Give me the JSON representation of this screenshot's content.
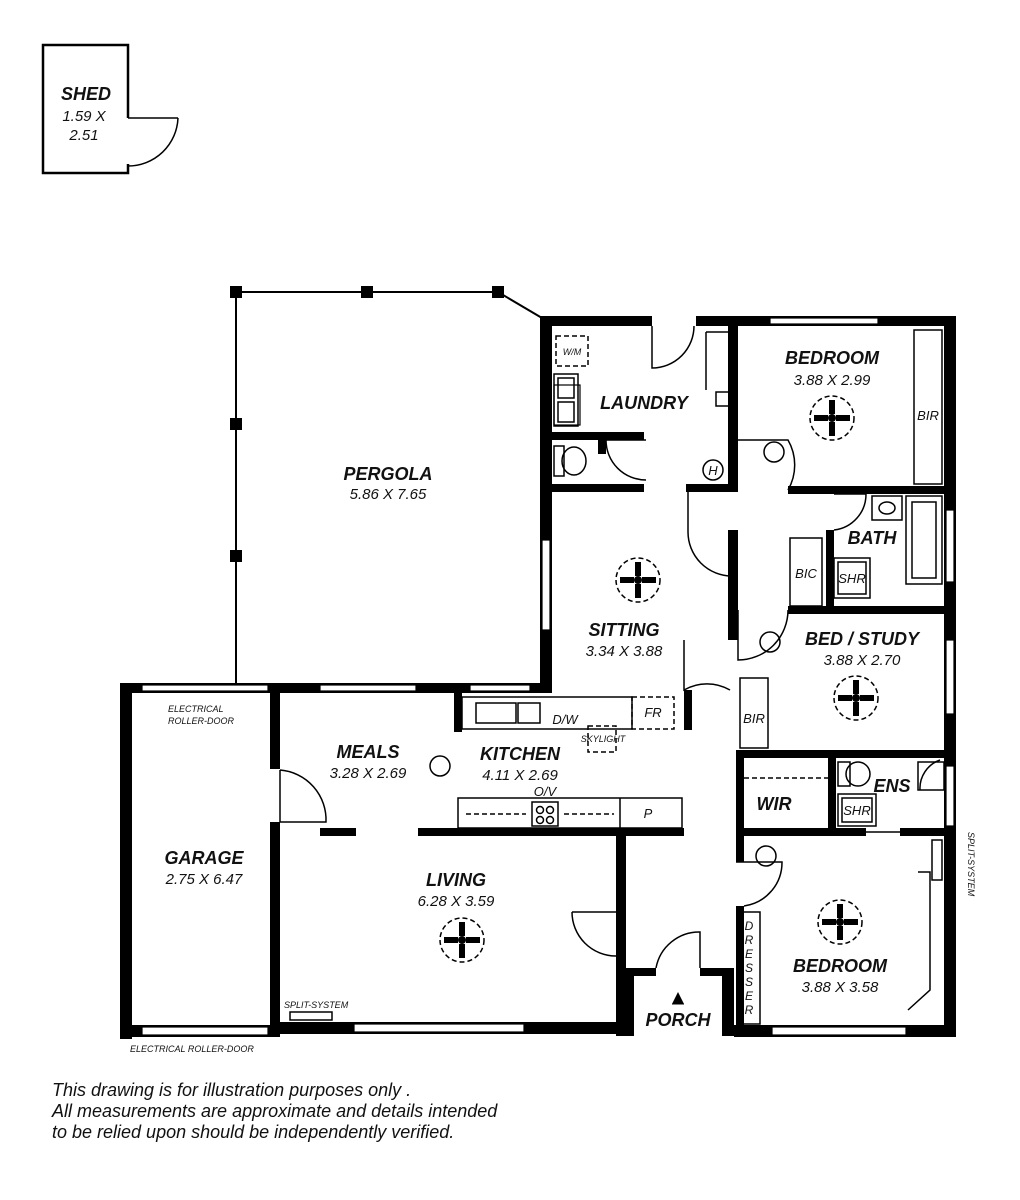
{
  "rooms": {
    "shed": {
      "name": "SHED",
      "dim_line1": "1.59 X",
      "dim_line2": "2.51"
    },
    "pergola": {
      "name": "PERGOLA",
      "dim": "5.86 X 7.65"
    },
    "laundry": {
      "name": "LAUNDRY"
    },
    "bedroom1": {
      "name": "BEDROOM",
      "dim": "3.88 X 2.99"
    },
    "bath": {
      "name": "BATH"
    },
    "sitting": {
      "name": "SITTING",
      "dim": "3.34 X 3.88"
    },
    "bed_study": {
      "name": "BED / STUDY",
      "dim": "3.88 X 2.70"
    },
    "meals": {
      "name": "MEALS",
      "dim": "3.28 X 2.69"
    },
    "kitchen": {
      "name": "KITCHEN",
      "dim": "4.11 X 2.69"
    },
    "garage": {
      "name": "GARAGE",
      "dim": "2.75 X 6.47"
    },
    "living": {
      "name": "LIVING",
      "dim": "6.28 X 3.59"
    },
    "wir": {
      "name": "WIR"
    },
    "ens": {
      "name": "ENS"
    },
    "bedroom2": {
      "name": "BEDROOM",
      "dim": "3.88 X 3.58"
    },
    "porch": {
      "name": "PORCH"
    }
  },
  "fixtures": {
    "wm": "W/M",
    "bir1": "BIR",
    "bic": "BIC",
    "shr1": "SHR",
    "bir2": "BIR",
    "dw": "D/W",
    "fr": "FR",
    "skylight": "SKYLIGHT",
    "ov": "O/V",
    "pantry": "P",
    "shr2": "SHR",
    "heater": "H",
    "dresser": [
      "D",
      "R",
      "E",
      "S",
      "S",
      "E",
      "R"
    ]
  },
  "labels": {
    "roller_top_1": "ELECTRICAL",
    "roller_top_2": "ROLLER-DOOR",
    "roller_bottom": "ELECTRICAL ROLLER-DOOR",
    "split_garage": "SPLIT-SYSTEM",
    "split_bedroom": "SPLIT-SYSTEM"
  },
  "disclaimer": [
    "This drawing is for illustration purposes only .",
    "All measurements are approximate and details intended",
    "to be relied upon should be independently verified."
  ]
}
